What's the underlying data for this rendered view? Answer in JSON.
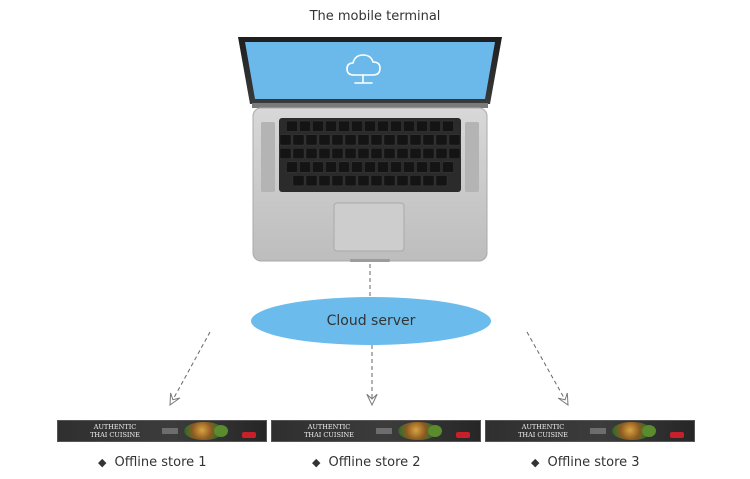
{
  "diagram": {
    "title": "The mobile terminal",
    "center_node": "Cloud server",
    "stores": [
      {
        "label": "Offline store 1",
        "banner_line1": "AUTHENTIC",
        "banner_line2": "THAI CUISINE"
      },
      {
        "label": "Offline store 2",
        "banner_line1": "AUTHENTIC",
        "banner_line2": "THAI CUISINE"
      },
      {
        "label": "Offline store 3",
        "banner_line1": "AUTHENTIC",
        "banner_line2": "THAI CUISINE"
      }
    ],
    "icons": {
      "laptop": "laptop-icon",
      "cloud": "cloud-network-icon",
      "bullet": "diamond-bullet-icon",
      "arrow": "arrow-head-icon"
    },
    "colors": {
      "screen": "#6bb9ea",
      "cloud_ellipse": "#6bbcec",
      "laptop_body": "#c9c9c9",
      "keyboard": "#2b2b2b",
      "line": "#666666"
    }
  }
}
